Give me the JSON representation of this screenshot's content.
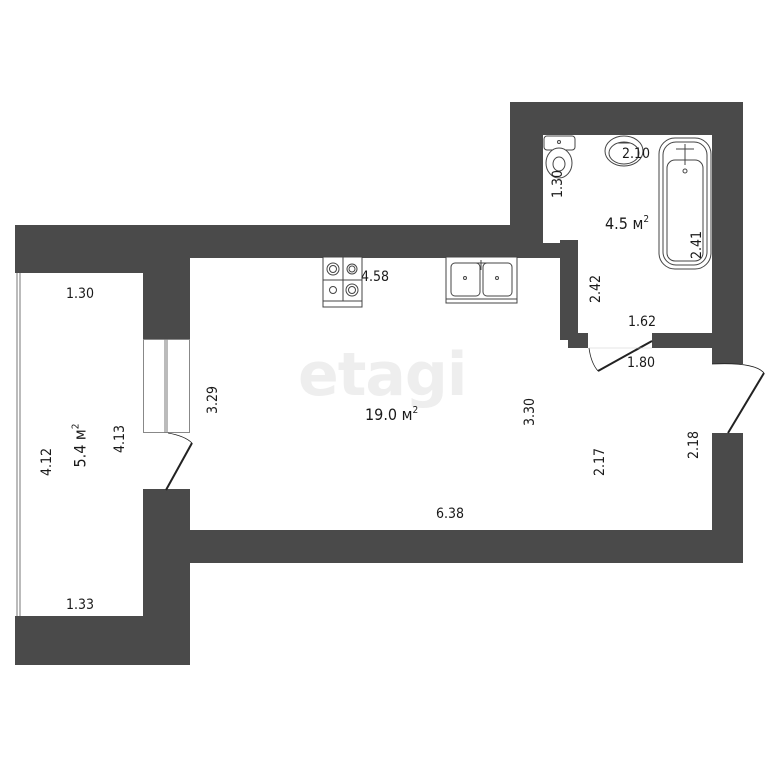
{
  "watermark": "etagi",
  "colors": {
    "wall": "#4a4a4a",
    "floor": "#ffffff",
    "text": "#1a1a1a",
    "watermark": "#eeeeee"
  },
  "rooms": {
    "main_room": {
      "area": "19.0 м",
      "area_sup": "2"
    },
    "bathroom": {
      "area": "4.5 м",
      "area_sup": "2"
    },
    "balcony": {
      "area": "5.4 м",
      "area_sup": "2"
    }
  },
  "dimensions": {
    "balcony_top": "1.30",
    "balcony_bottom": "1.33",
    "balcony_left": "4.12",
    "balcony_right": "4.13",
    "main_left": "3.29",
    "main_top_kitchen": "4.58",
    "main_right": "3.30",
    "main_bottom": "6.38",
    "hall_right_inner": "2.17",
    "hall_right_outer": "2.18",
    "hall_top": "1.80",
    "bath_toilet": "1.30",
    "bath_top": "2.10",
    "bath_tub": "2.41",
    "bath_left": "2.42",
    "bath_bottom": "1.62"
  },
  "fixtures": [
    "stove-icon",
    "double-sink-icon",
    "toilet-icon",
    "washbasin-icon",
    "bathtub-icon"
  ]
}
